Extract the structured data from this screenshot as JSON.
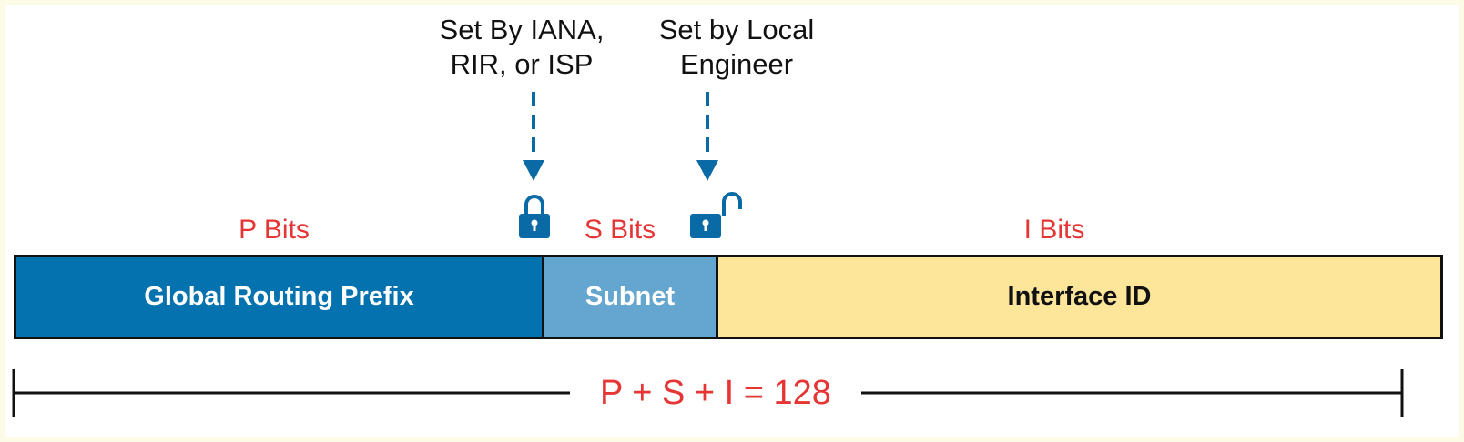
{
  "callouts": {
    "iana": {
      "line1": "Set By IANA,",
      "line2": "RIR, or ISP"
    },
    "local": {
      "line1": "Set by Local",
      "line2": "Engineer"
    }
  },
  "bits_labels": {
    "prefix": "P Bits",
    "subnet": "S Bits",
    "interface": "I Bits"
  },
  "segments": {
    "prefix": "Global Routing Prefix",
    "subnet": "Subnet",
    "interface": "Interface ID"
  },
  "total": "P + S + I = 128",
  "icons": {
    "locked": "locked-padlock-icon",
    "unlocked": "unlocked-padlock-icon"
  },
  "colors": {
    "label_red": "#e63535",
    "prefix_blue": "#0472ae",
    "subnet_blue": "#64a6cf",
    "interface_yellow": "#fde59a",
    "arrow_blue": "#0a6aa6",
    "frame": "#fcfbe6"
  }
}
